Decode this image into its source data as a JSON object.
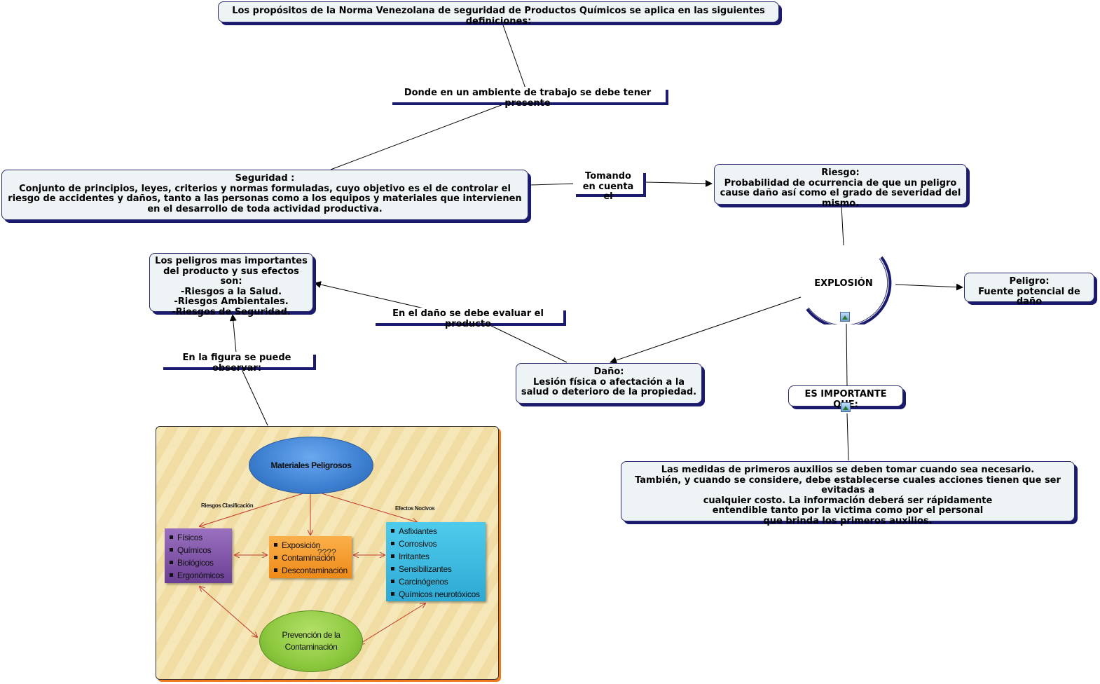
{
  "nodes": {
    "title": "Los propósitos de la Norma Venezolana de seguridad de Productos Químicos se aplica en las siguientes definiciones:",
    "donde": "Donde en un ambiente de trabajo se debe tener presente",
    "seguridad_title": "Seguridad :",
    "seguridad_body": "Conjunto de principios, leyes, criterios y normas formuladas, cuyo objetivo es el de controlar el riesgo de accidentes y daños, tanto a las personas como a los equipos y materiales que intervienen en el desarrollo de toda actividad productiva.",
    "tomando": "Tomando en cuenta el",
    "riesgo_title": "Riesgo:",
    "riesgo_body": "Probabilidad de ocurrencia de que un peligro cause daño así como el grado de severidad del mismo.",
    "explosion": "EXPLOSIÓN",
    "peligro_title": "Peligro:",
    "peligro_body": "Fuente potencial de daño",
    "peligros_lines": [
      "Los peligros mas importantes",
      "del producto y sus efectos son:",
      "-Riesgos a la Salud.",
      "-Riesgos Ambientales.",
      "-Riesgos de Seguridad."
    ],
    "en_dano": "En el daño se debe evaluar el producto",
    "dano_title": "Daño:",
    "dano_body": "Lesión física o afectación a la salud o deterioro de la propiedad.",
    "importante": "ES IMPORTANTE QUE:",
    "en_figura": "En la figura se puede observar:",
    "medidas_lines": [
      "Las medidas de primeros auxilios se deben tomar cuando sea necesario.",
      "También, y cuando se considere, debe establecerse cuales acciones tienen que ser evitadas a",
      "cualquier costo. La información deberá ser rápidamente",
      "entendible tanto por la victima como por el personal",
      "que brinda los primeros auxilios."
    ]
  },
  "figure": {
    "materiales": "Materiales Peligrosos",
    "riesgos_clasificacion": "Riesgos Clasificación",
    "efectos_nocivos": "Efectos Nocivos",
    "riesgos_items": [
      "Físicos",
      "Químicos",
      "Biológicos",
      "Ergonómicos"
    ],
    "exposicion_items": [
      "Exposición",
      "Contaminación",
      "Descontaminación"
    ],
    "overlay_mark": "????",
    "efectos_items": [
      "Asfixiantes",
      "Corrosivos",
      "Irritantes",
      "Sensibilizantes",
      "Carcinógenos",
      "Químicos neurotóxicos"
    ],
    "prevencion": "Prevención de la Contaminación"
  },
  "colors": {
    "shadow": "#1a1a6e",
    "node_bg": "#eef3f6",
    "purple_box": "#7b4ea0",
    "orange_box": "#f39a2a",
    "cyan_box": "#3fbce0",
    "blue_ellipse": "#3d7fd1",
    "green_ellipse": "#8cc83e",
    "figure_arrow": "#c0392b"
  }
}
